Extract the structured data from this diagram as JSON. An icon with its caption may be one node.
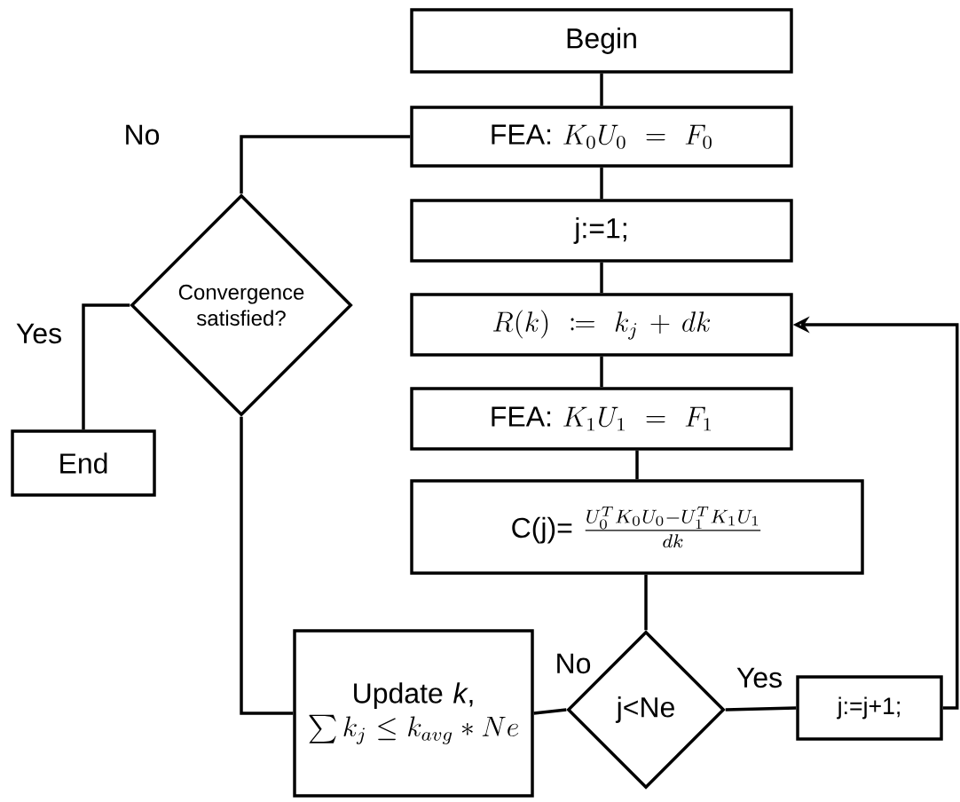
{
  "diagram": {
    "nodes": [
      {
        "text": [
          "Begin"
        ]
      },
      {
        "text": [
          "FEA:",
          "K_0U_0 = F_0"
        ]
      },
      {
        "text": [
          "j:=1;"
        ]
      },
      {
        "text": [
          "R(k) \\coloneqq k_j + dk"
        ]
      },
      {
        "text": [
          "FEA:",
          "K_1U_1 = F_1"
        ]
      },
      {
        "text": [
          "C(j)=",
          "\\frac{U_0^TK_0U_0-U_1^TK_1U_1}{dk}"
        ]
      },
      {
        "text": [
          "Convergence satisfied?"
        ]
      },
      {
        "text": [
          "End"
        ]
      },
      {
        "text": [
          "Update *k*,",
          "\\sum k_j \\leq k_{avg} * Ne"
        ]
      },
      {
        "text": [
          "j<Ne"
        ]
      },
      {
        "text": [
          "j:=j+1;"
        ]
      }
    ],
    "edges": [
      {
        "from": 0,
        "to": 1,
        "arrow": "none"
      },
      {
        "from": 1,
        "to": 2,
        "arrow": "none"
      },
      {
        "from": 2,
        "to": 3,
        "arrow": "none"
      },
      {
        "from": 3,
        "to": 4,
        "arrow": "none"
      },
      {
        "from": 4,
        "to": 5,
        "arrow": "none"
      },
      {
        "from": 5,
        "to": 9,
        "arrow": "none"
      },
      {
        "from": 9,
        "to": 8,
        "arrow": "none",
        "label": "No"
      },
      {
        "from": 9,
        "to": 10,
        "arrow": "none",
        "label": "Yes"
      },
      {
        "from": 10,
        "to": 3,
        "arrow": "to"
      },
      {
        "from": 8,
        "to": 6,
        "arrow": "none"
      },
      {
        "from": 6,
        "to": 1,
        "arrow": "none",
        "label": "No"
      },
      {
        "from": 6,
        "to": 7,
        "arrow": "none",
        "label": "Yes"
      }
    ]
  }
}
